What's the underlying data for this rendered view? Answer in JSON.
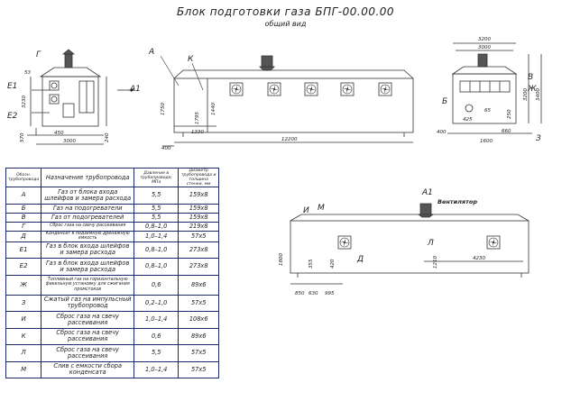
{
  "drawing": {
    "title": "Блок подготовки газа БПГ-00.00.00",
    "subtitle": "общий вид"
  },
  "labels": {
    "A": "А",
    "K": "К",
    "G": "Г",
    "E1": "Е1",
    "E2": "Е2",
    "A1": "А1",
    "B_side": "Б",
    "V": "В",
    "Zh": "Ж",
    "Z": "З",
    "I": "И",
    "M": "М",
    "D": "Д",
    "L": "Л",
    "ventilator": "Вентилятор",
    "arrow_A1": "А1"
  },
  "dims": {
    "front_h1": "53",
    "front_h2": "3230",
    "front_h3": "570",
    "front_w1": "450",
    "front_w2": "3000",
    "front_w3": "240",
    "side_h1": "1750",
    "side_h2": "1795",
    "side_h3": "1440",
    "side_w1": "1330",
    "side_w2": "12200",
    "side_w3": "400",
    "end_w1": "3200",
    "end_w2": "3000",
    "end_h1": "3200",
    "end_h2": "3400",
    "end_d1": "425",
    "end_d2": "65",
    "end_d3": "250",
    "end_d4": "660",
    "end_d5": "1600",
    "end_d6": "400",
    "a1_h1": "1800",
    "a1_h2": "355",
    "a1_h3": "420",
    "a1_h4": "1210",
    "a1_w1": "850",
    "a1_w2": "630",
    "a1_w3": "995",
    "a1_w4": "4230"
  },
  "table": {
    "headers": {
      "code": "Обозн. трубопровода",
      "purpose": "Назначение трубопровода",
      "pressure": "Давление в трубопроводе, МПа",
      "diameter": "Диаметр трубопровода и толщина стенки, мм"
    },
    "rows": [
      {
        "code": "А",
        "purpose": "Газ от блока входа шлейфов и замера расхода",
        "pressure": "5,5",
        "diameter": "159х8"
      },
      {
        "code": "Б",
        "purpose": "Газ на подогреватели",
        "pressure": "5,5",
        "diameter": "159х8"
      },
      {
        "code": "В",
        "purpose": "Газ от подогревателей",
        "pressure": "5,5",
        "diameter": "159х8"
      },
      {
        "code": "Г",
        "purpose": "Сброс газа на свечу рассеивания",
        "pressure": "0,8–1,0",
        "diameter": "219х8"
      },
      {
        "code": "Д",
        "purpose": "Конденсат в подземную дренажную емкость",
        "pressure": "1,0–1,4",
        "diameter": "57х5"
      },
      {
        "code": "Е1",
        "purpose": "Газ в блок входа шлейфов и замера расхода",
        "pressure": "0,8–1,0",
        "diameter": "273х8"
      },
      {
        "code": "Е2",
        "purpose": "Газ в блок входа шлейфов и замера расхода",
        "pressure": "0,8–1,0",
        "diameter": "273х8"
      },
      {
        "code": "Ж",
        "purpose": "Топливный газ на горизонтальную факельную установку для сжигания промстоков",
        "pressure": "0,6",
        "diameter": "89х6"
      },
      {
        "code": "З",
        "purpose": "Сжатый газ на импульсный трубопровод",
        "pressure": "0,2–1,0",
        "diameter": "57х5"
      },
      {
        "code": "И",
        "purpose": "Сброс газа на свечу рассеивания",
        "pressure": "1,0–1,4",
        "diameter": "108х6"
      },
      {
        "code": "К",
        "purpose": "Сброс газа на свечу рассеивания",
        "pressure": "0,6",
        "diameter": "89х6"
      },
      {
        "code": "Л",
        "purpose": "Сброс газа на свечу рассеивания",
        "pressure": "5,5",
        "diameter": "57х5"
      },
      {
        "code": "М",
        "purpose": "Слив с емкости сбора конденсата",
        "pressure": "1,0–1,4",
        "diameter": "57х5"
      }
    ]
  }
}
